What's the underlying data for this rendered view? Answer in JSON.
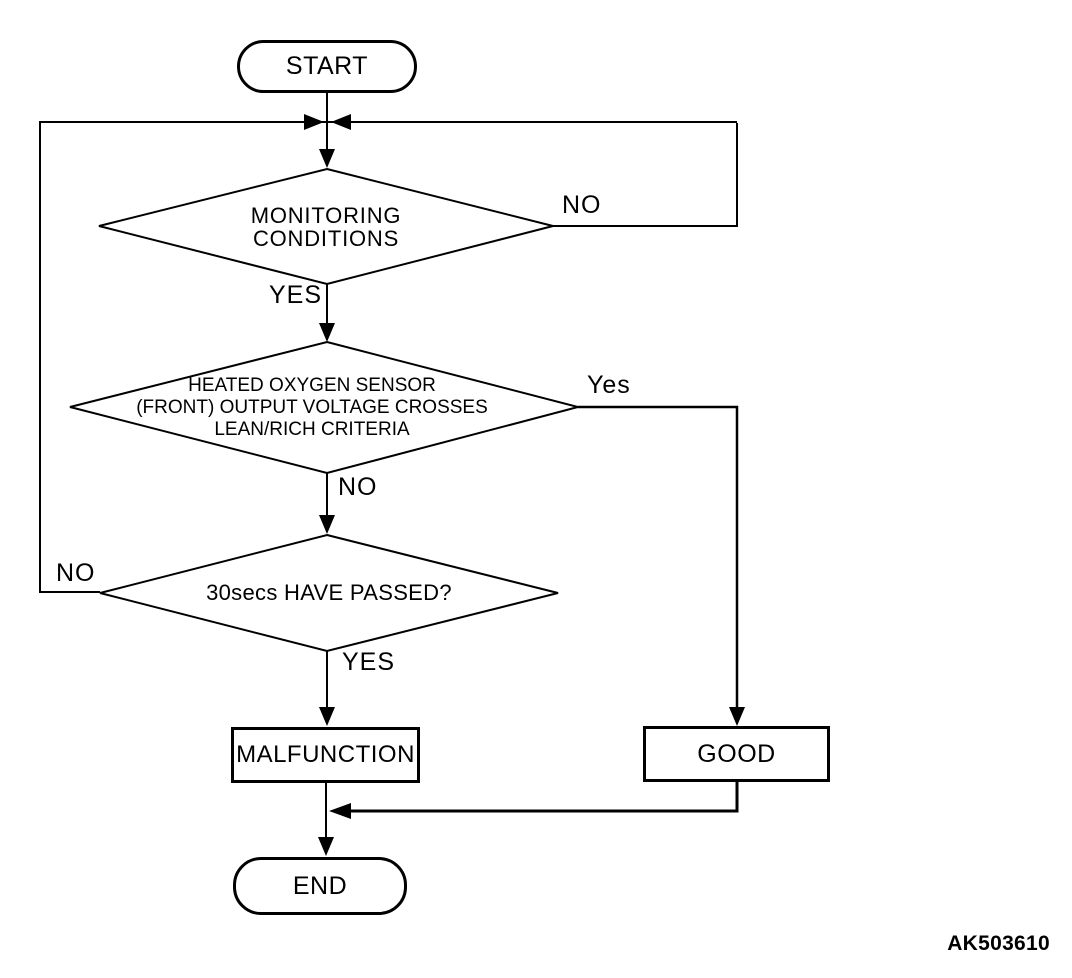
{
  "figure_code": "AK503610",
  "nodes": {
    "start": "START",
    "monitoring": "MONITORING\nCONDITIONS",
    "oxygen_sensor": "HEATED OXYGEN SENSOR\n(FRONT) OUTPUT VOLTAGE CROSSES\nLEAN/RICH CRITERIA",
    "timer": "30secs HAVE PASSED?",
    "malfunction": "MALFUNCTION",
    "good": "GOOD",
    "end": "END"
  },
  "branch_labels": {
    "monitoring_no": "NO",
    "monitoring_yes": "YES",
    "oxygen_yes": "Yes",
    "oxygen_no": "NO",
    "timer_no": "NO",
    "timer_yes": "YES"
  },
  "colors": {
    "line": "#000000",
    "background": "#ffffff"
  }
}
